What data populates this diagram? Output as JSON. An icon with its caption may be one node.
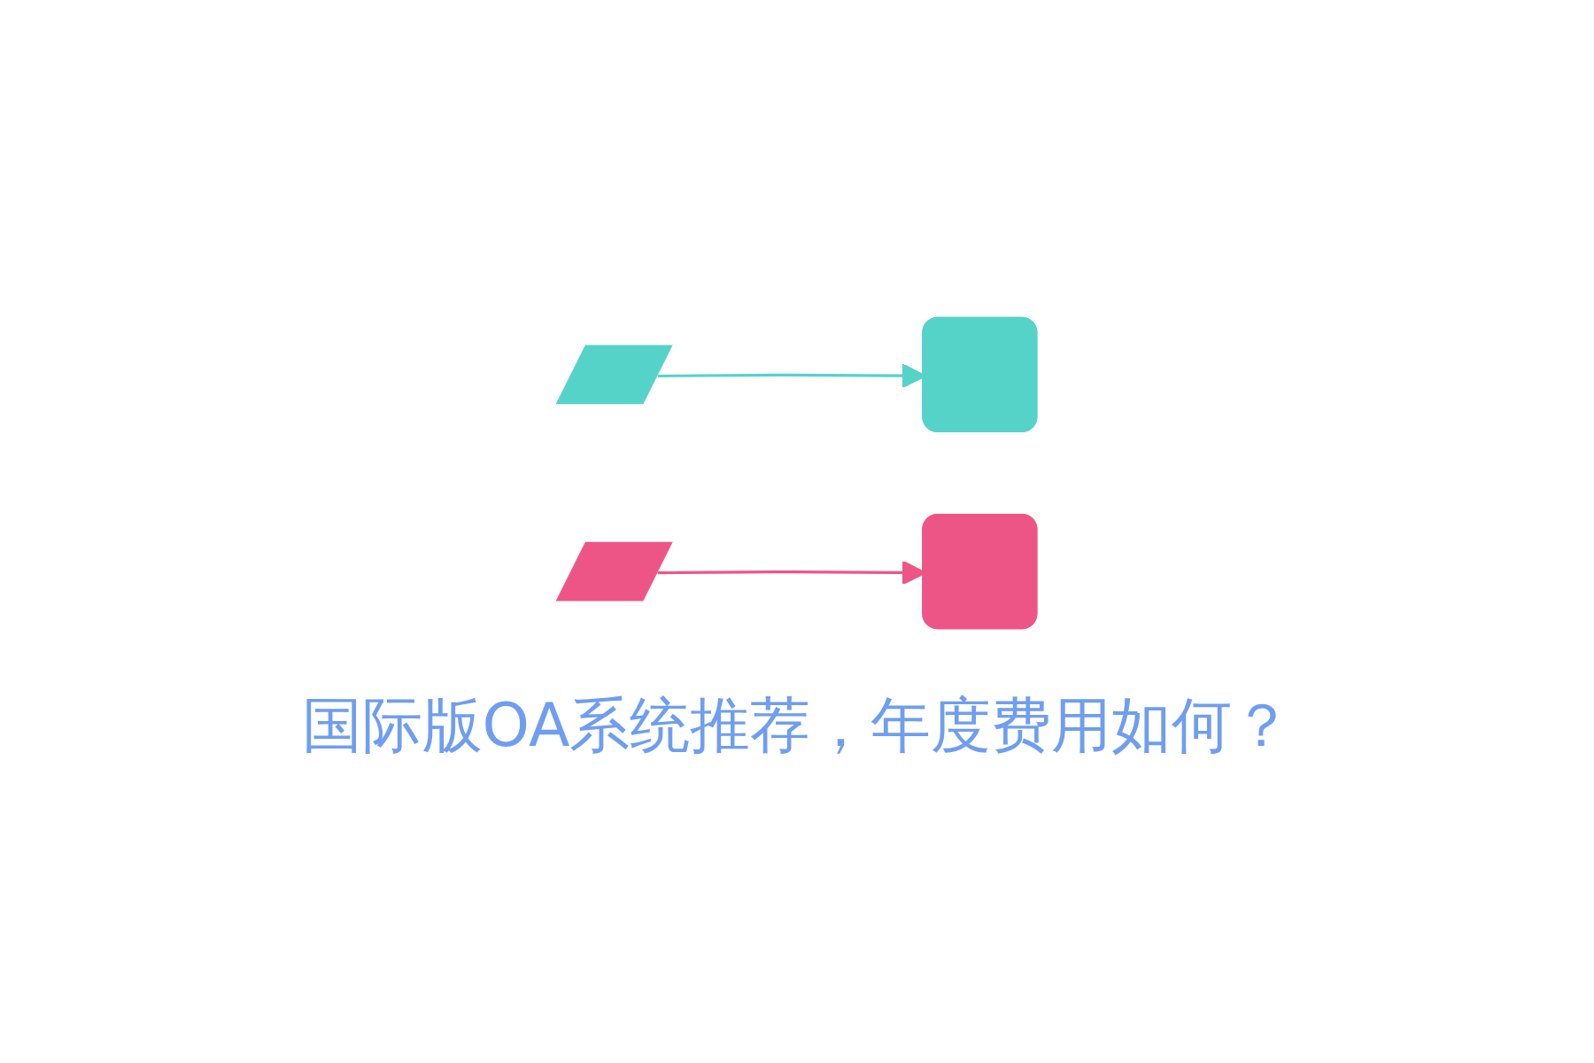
{
  "diagram": {
    "title": "国际版OA系统推荐，年度费用如何？",
    "nodes": [
      {
        "text": [],
        "shape": "parallelogram"
      },
      {
        "text": [],
        "shape": "box"
      },
      {
        "text": [],
        "shape": "parallelogram"
      },
      {
        "text": [],
        "shape": "box"
      }
    ],
    "edges": [
      {
        "from": 0,
        "to": 1,
        "arrow": "to",
        "color": "#56d3c9"
      },
      {
        "from": 2,
        "to": 3,
        "arrow": "to",
        "color": "#ee5587"
      }
    ]
  }
}
